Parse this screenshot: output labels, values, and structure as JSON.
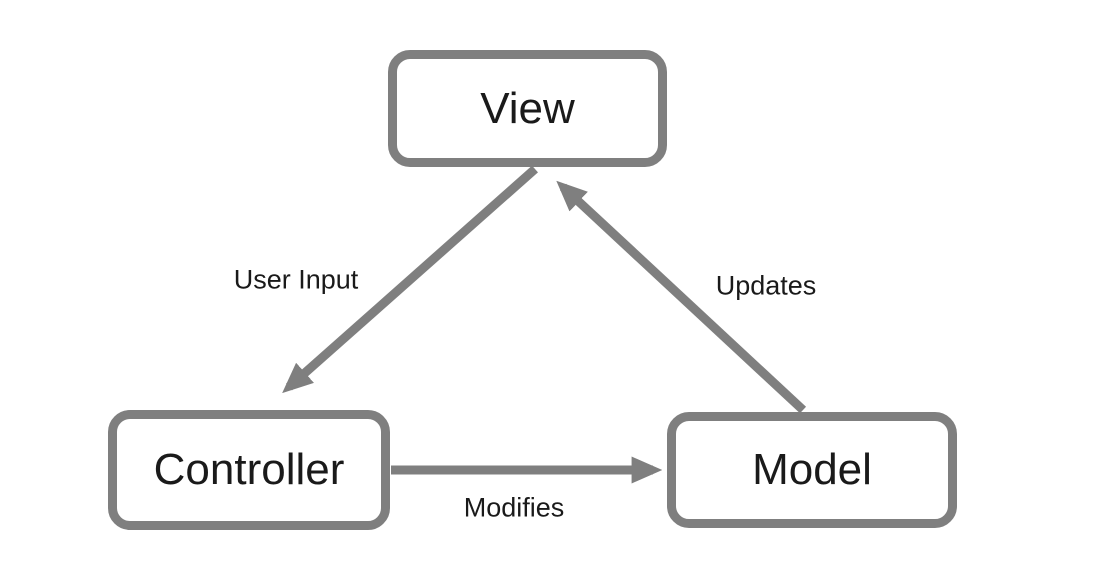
{
  "diagram": {
    "type": "flow-diagram",
    "nodes": [
      {
        "id": "view",
        "label": "View"
      },
      {
        "id": "controller",
        "label": "Controller"
      },
      {
        "id": "model",
        "label": "Model"
      }
    ],
    "edges": [
      {
        "id": "user-input",
        "label": "User Input",
        "from": "view",
        "to": "controller"
      },
      {
        "id": "updates",
        "label": "Updates",
        "from": "model",
        "to": "view"
      },
      {
        "id": "modifies",
        "label": "Modifies",
        "from": "controller",
        "to": "model"
      }
    ],
    "colors": {
      "shape_outline": "#7f7f7f",
      "arrow": "#7f7f7f",
      "shape_fill": "#ffffff",
      "text": "#1a1a1a",
      "background": "#ffffff"
    }
  }
}
